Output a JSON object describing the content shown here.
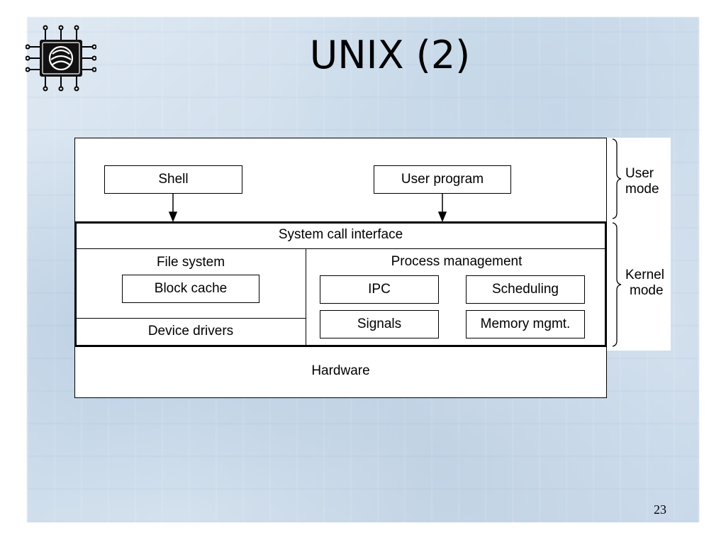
{
  "slide": {
    "title": "UNIX (2)",
    "page_number": "23",
    "logo_icon": "chip-logo-icon"
  },
  "diagram": {
    "user_space": {
      "shell": "Shell",
      "user_program": "User program"
    },
    "kernel": {
      "system_call_interface": "System call interface",
      "file_system": "File system",
      "block_cache": "Block cache",
      "device_drivers": "Device drivers",
      "process_management": "Process management",
      "ipc": "IPC",
      "scheduling": "Scheduling",
      "signals": "Signals",
      "memory_mgmt": "Memory mgmt."
    },
    "hardware": "Hardware",
    "modes": {
      "user_line1": "User",
      "user_line2": "mode",
      "kernel_line1": "Kernel",
      "kernel_line2": "mode"
    }
  }
}
